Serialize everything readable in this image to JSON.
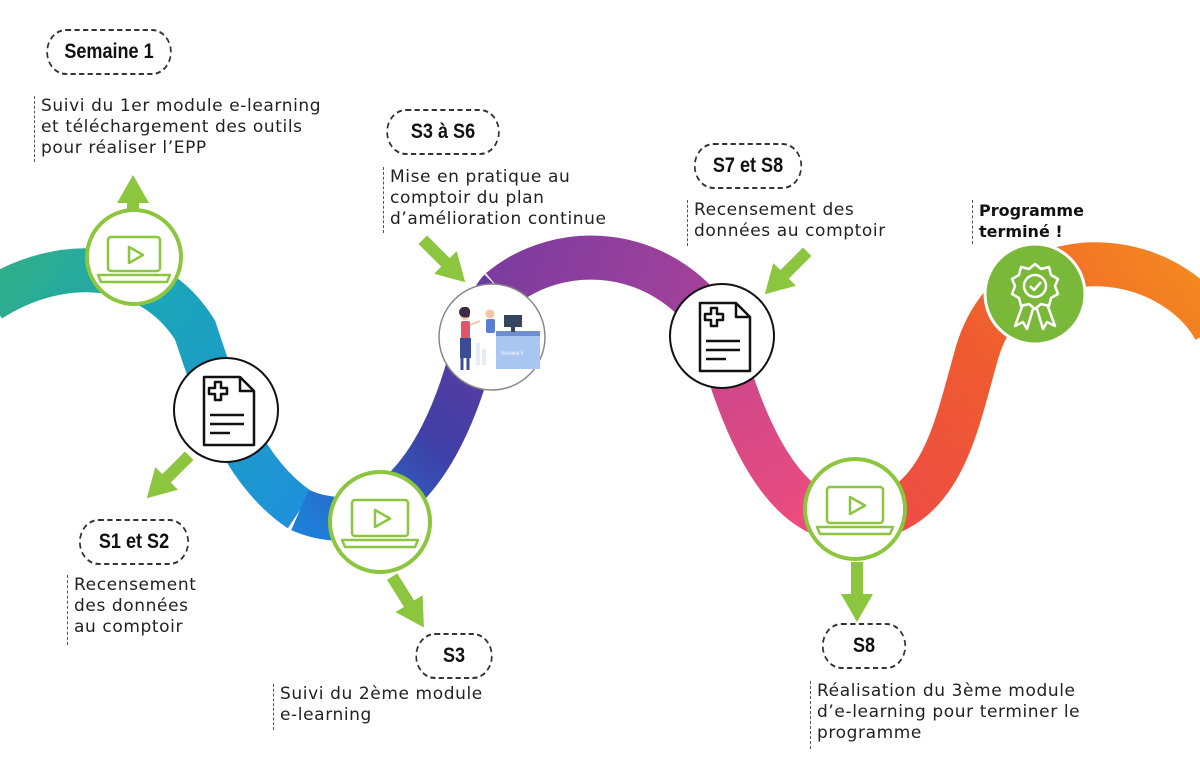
{
  "steps": [
    {
      "label": "Semaine 1",
      "lines": [
        "Suivi du 1er module e-learning",
        "et téléchargement des outils",
        "pour réaliser l’EPP"
      ],
      "icon": "laptop-play-icon"
    },
    {
      "label": "S1 et S2",
      "lines": [
        "Recensement",
        "des données",
        "au comptoir"
      ],
      "icon": "medical-document-icon"
    },
    {
      "label": "S3",
      "lines": [
        "Suivi du 2ème module",
        "e-learning"
      ],
      "icon": "laptop-play-icon"
    },
    {
      "label": "S3 à S6",
      "lines": [
        "Mise en pratique au",
        "comptoir du plan",
        "d’amélioration continue"
      ],
      "icon": "pharmacy-counter-icon",
      "image_text": "PHARMACY"
    },
    {
      "label": "S7 et S8",
      "lines": [
        "Recensement des",
        "données au comptoir"
      ],
      "icon": "medical-document-icon"
    },
    {
      "label": "S8",
      "lines": [
        "Réalisation du 3ème module",
        "d’e-learning pour terminer le",
        "programme"
      ],
      "icon": "laptop-play-icon"
    }
  ],
  "final": {
    "lines": [
      "Programme",
      "terminé !"
    ],
    "icon": "award-badge-icon"
  },
  "colors": {
    "accent_green": "#8cc63f",
    "badge_green": "#7ab83a",
    "path_start": "#2fae8a",
    "path_blue": "#1ea0db",
    "path_indigo": "#3b3aa0",
    "path_purple": "#8d3c9c",
    "path_pink": "#e64e8a",
    "path_red": "#ee4a38",
    "path_orange": "#f48a1f"
  }
}
